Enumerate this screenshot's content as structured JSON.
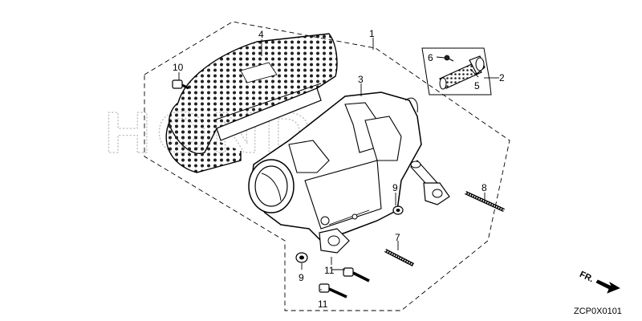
{
  "diagram": {
    "callouts": [
      "1",
      "2",
      "3",
      "4",
      "5",
      "6",
      "7",
      "8",
      "9",
      "9",
      "10",
      "11",
      "11"
    ],
    "watermark": "HONDA",
    "direction_label": "FR.",
    "diagram_code": "ZCP0X0101"
  }
}
